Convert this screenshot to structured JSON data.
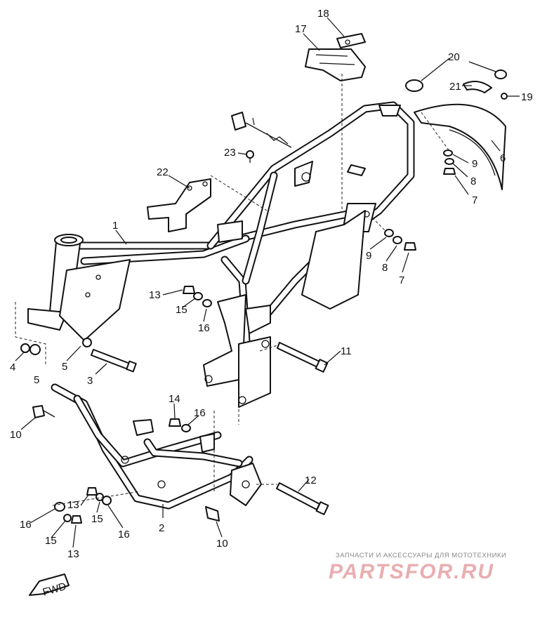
{
  "diagram": {
    "callouts": [
      {
        "id": "c1",
        "text": "1"
      },
      {
        "id": "c2",
        "text": "2"
      },
      {
        "id": "c3",
        "text": "3"
      },
      {
        "id": "c4",
        "text": "4"
      },
      {
        "id": "c5a",
        "text": "5"
      },
      {
        "id": "c5b",
        "text": "5"
      },
      {
        "id": "c6",
        "text": "6"
      },
      {
        "id": "c7a",
        "text": "7"
      },
      {
        "id": "c7b",
        "text": "7"
      },
      {
        "id": "c8a",
        "text": "8"
      },
      {
        "id": "c8b",
        "text": "8"
      },
      {
        "id": "c9a",
        "text": "9"
      },
      {
        "id": "c9b",
        "text": "9"
      },
      {
        "id": "c10a",
        "text": "10"
      },
      {
        "id": "c10b",
        "text": "10"
      },
      {
        "id": "c11",
        "text": "11"
      },
      {
        "id": "c12",
        "text": "12"
      },
      {
        "id": "c13a",
        "text": "13"
      },
      {
        "id": "c13b",
        "text": "13"
      },
      {
        "id": "c13c",
        "text": "13"
      },
      {
        "id": "c14",
        "text": "14"
      },
      {
        "id": "c15a",
        "text": "15"
      },
      {
        "id": "c15b",
        "text": "15"
      },
      {
        "id": "c15c",
        "text": "15"
      },
      {
        "id": "c16a",
        "text": "16"
      },
      {
        "id": "c16b",
        "text": "16"
      },
      {
        "id": "c16c",
        "text": "16"
      },
      {
        "id": "c16d",
        "text": "16"
      },
      {
        "id": "c17",
        "text": "17"
      },
      {
        "id": "c18",
        "text": "18"
      },
      {
        "id": "c19",
        "text": "19"
      },
      {
        "id": "c20",
        "text": "20"
      },
      {
        "id": "c21",
        "text": "21"
      },
      {
        "id": "c22",
        "text": "22"
      },
      {
        "id": "c23",
        "text": "23"
      }
    ],
    "fwd_marker": "FWD"
  },
  "watermark": {
    "caption": "ЗАПЧАСТИ И АКСЕССУАРЫ ДЛЯ МОТОТЕХНИКИ",
    "logo": "PARTSFOR.RU"
  }
}
